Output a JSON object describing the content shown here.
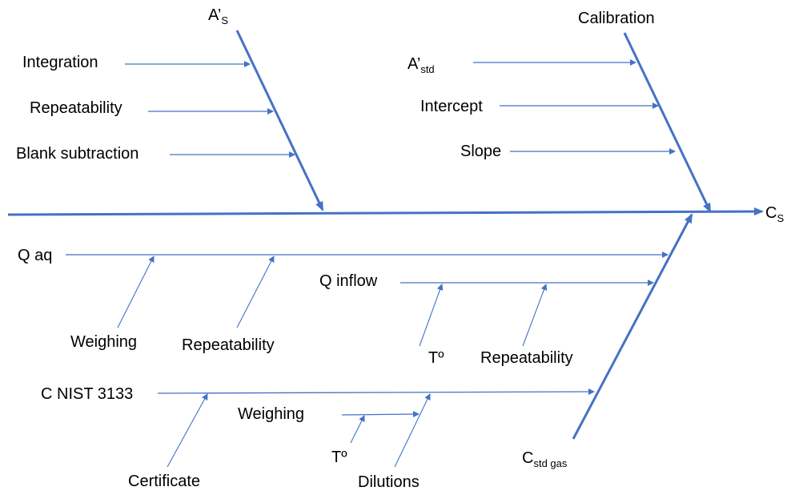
{
  "diagram": {
    "type": "fishbone",
    "line_color": "#4472C4",
    "text_color": "#000000",
    "effect": {
      "base": "C",
      "sub": "S"
    },
    "branches": [
      {
        "name": "A's",
        "label": {
          "base": "A’",
          "sub": "S"
        },
        "side": "top",
        "causes": [
          "Integration",
          "Repeatability",
          "Blank subtraction"
        ]
      },
      {
        "name": "Calibration",
        "label": {
          "base": "Calibration",
          "sub": ""
        },
        "side": "top",
        "causes": [
          {
            "base": "A’",
            "sub": "std"
          },
          "Intercept",
          "Slope"
        ]
      },
      {
        "name": "Cstd gas",
        "label": {
          "base": "C",
          "sub": "std gas"
        },
        "side": "bottom",
        "causes": [
          {
            "label": "Q aq",
            "sub_causes": [
              "Weighing",
              "Repeatability"
            ]
          },
          {
            "label": "Q inflow",
            "sub_causes": [
              "Tº",
              "Repeatability"
            ]
          },
          {
            "label": "C NIST 3133",
            "sub_causes": [
              "Certificate",
              {
                "label": "Dilutions",
                "sub_causes": [
                  {
                    "label": "Weighing",
                    "sub_causes": [
                      "Tº"
                    ]
                  }
                ]
              }
            ]
          }
        ]
      }
    ]
  }
}
